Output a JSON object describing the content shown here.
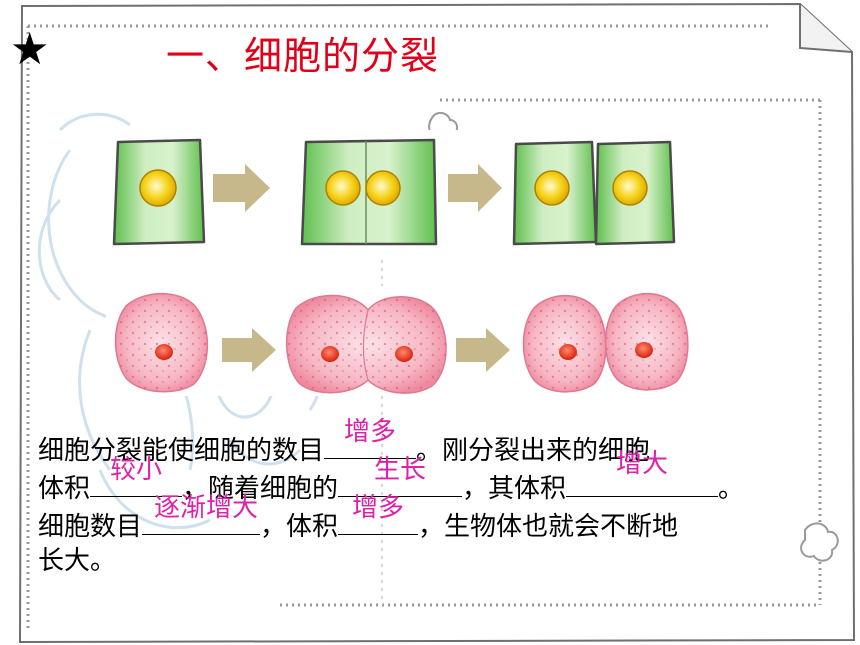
{
  "header": {
    "star_icon": "★",
    "title": "一、细胞的分裂"
  },
  "figures": {
    "plant_cells": {
      "icon": "plant-cell-division-diagram",
      "stages": [
        1,
        2,
        2
      ]
    },
    "animal_cells": {
      "icon": "animal-cell-division-diagram",
      "stages": [
        1,
        2,
        2
      ]
    }
  },
  "text": {
    "line1": {
      "a": "细胞分裂能使细胞的数目",
      "blank1": "增多",
      "b": "。刚分裂出来的细胞"
    },
    "line2": {
      "a": "体积",
      "blank2": "较小",
      "b": "，随着细胞的",
      "blank3": "生长",
      "c": "，其体积",
      "blank4": "增大",
      "d": "。"
    },
    "line3": {
      "a": "细胞数目",
      "blank5": "逐渐增大",
      "b": "，体积",
      "blank6": "增多",
      "c": "，生物体也就会不断地"
    },
    "line4": {
      "a": "长大。"
    }
  },
  "colors": {
    "title": "#e0001a",
    "answer": "#e020a8",
    "plant_cell": "#7fcf6a",
    "nucleus_yellow": "#f5c800",
    "animal_cell": "#f4a6b6",
    "arrow": "#c8b98a"
  }
}
